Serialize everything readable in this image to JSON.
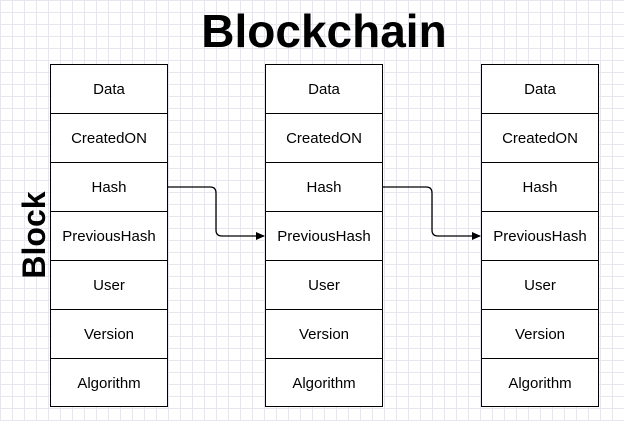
{
  "title": "Blockchain",
  "side_label": "Block",
  "blocks": [
    {
      "fields": [
        "Data",
        "CreatedON",
        "Hash",
        "PreviousHash",
        "User",
        "Version",
        "Algorithm"
      ]
    },
    {
      "fields": [
        "Data",
        "CreatedON",
        "Hash",
        "PreviousHash",
        "User",
        "Version",
        "Algorithm"
      ]
    },
    {
      "fields": [
        "Data",
        "CreatedON",
        "Hash",
        "PreviousHash",
        "User",
        "Version",
        "Algorithm"
      ]
    }
  ],
  "links": [
    {
      "from_block": 1,
      "from_field": "Hash",
      "to_block": 2,
      "to_field": "PreviousHash"
    },
    {
      "from_block": 2,
      "from_field": "Hash",
      "to_block": 3,
      "to_field": "PreviousHash"
    }
  ],
  "colors": {
    "stroke": "#000000",
    "background": "#ffffff",
    "grid": "#e6e6ee"
  }
}
